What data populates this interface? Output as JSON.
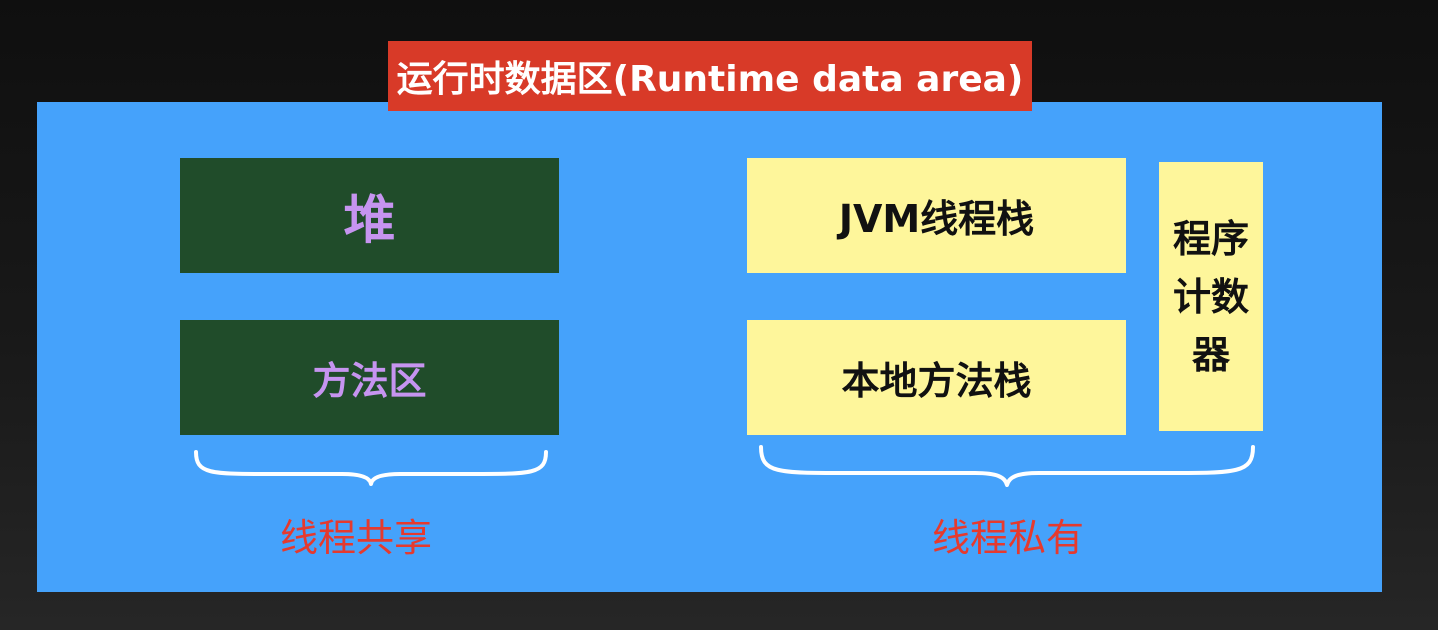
{
  "title": "运行时数据区(Runtime data area)",
  "shared": {
    "heap": "堆",
    "method_area": "方法区",
    "label": "线程共享"
  },
  "private": {
    "jvm_stack": "JVM线程栈",
    "native_stack": "本地方法栈",
    "program_counter": "程序计数器",
    "label": "线程私有"
  },
  "colors": {
    "title_bg": "#d83a28",
    "area_bg": "#45a2fb",
    "shared_box_bg": "#204c2a",
    "shared_text": "#c694f0",
    "private_box_bg": "#fef69b",
    "group_label": "#e53a2e"
  }
}
